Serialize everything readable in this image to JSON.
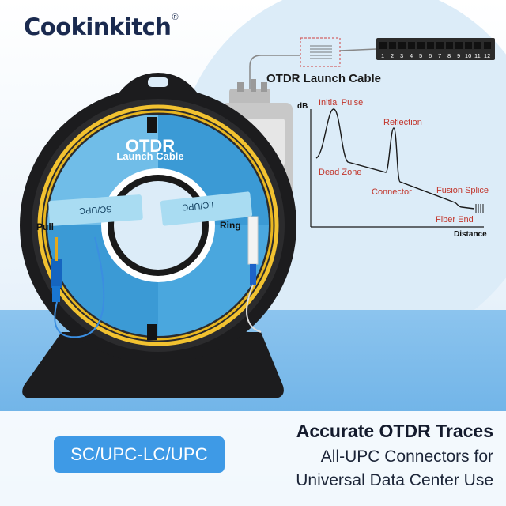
{
  "brand": {
    "name": "Cookinkitch",
    "registered_mark": "®"
  },
  "diagram": {
    "title": "OTDR Launch Cable",
    "port_numbers": [
      "1",
      "2",
      "3",
      "4",
      "5",
      "6",
      "7",
      "8",
      "9",
      "10",
      "11",
      "12"
    ],
    "trace": {
      "y_axis_label": "dB",
      "x_axis_label": "Distance",
      "annotations": {
        "initial_pulse": "Initial Pulse",
        "reflection": "Reflection",
        "dead_zone": "Dead Zone",
        "connector": "Connector",
        "fusion_splice": "Fusion Splice",
        "fiber_end": "Fiber End"
      }
    }
  },
  "reel": {
    "title_line1": "OTDR",
    "title_line2": "Launch Cable",
    "tag_left": "SC/UPC",
    "tag_right": "LC/UPC",
    "label_left": "Pull",
    "label_right": "Ring"
  },
  "badge": {
    "text": "SC/UPC-LC/UPC"
  },
  "headline": "Accurate OTDR Traces",
  "subline1": "All-UPC Connectors for",
  "subline2": "Universal Data Center Use",
  "colors": {
    "sky_bottom": "#7dbbea",
    "circle_bg": "#dcecf8",
    "badge": "#3e9ae6",
    "trace_label": "#c2352b",
    "reel_body": "#1c1c1e",
    "reel_disc": "#4aa7de",
    "fiber": "#f2c230"
  }
}
